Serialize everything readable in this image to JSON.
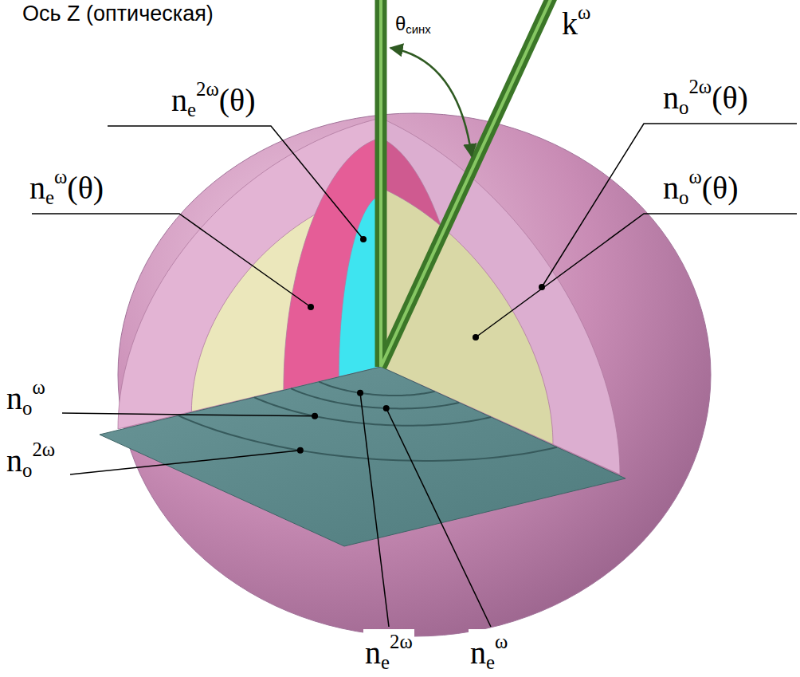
{
  "diagram": {
    "labels": [
      "Ось Z (оптическая)",
      "θсинх",
      "kω",
      "ne2ω(θ)",
      "no2ω(θ)",
      "neω(θ)",
      "noω(θ)",
      "noω",
      "no2ω",
      "ne2ω",
      "neω"
    ]
  }
}
